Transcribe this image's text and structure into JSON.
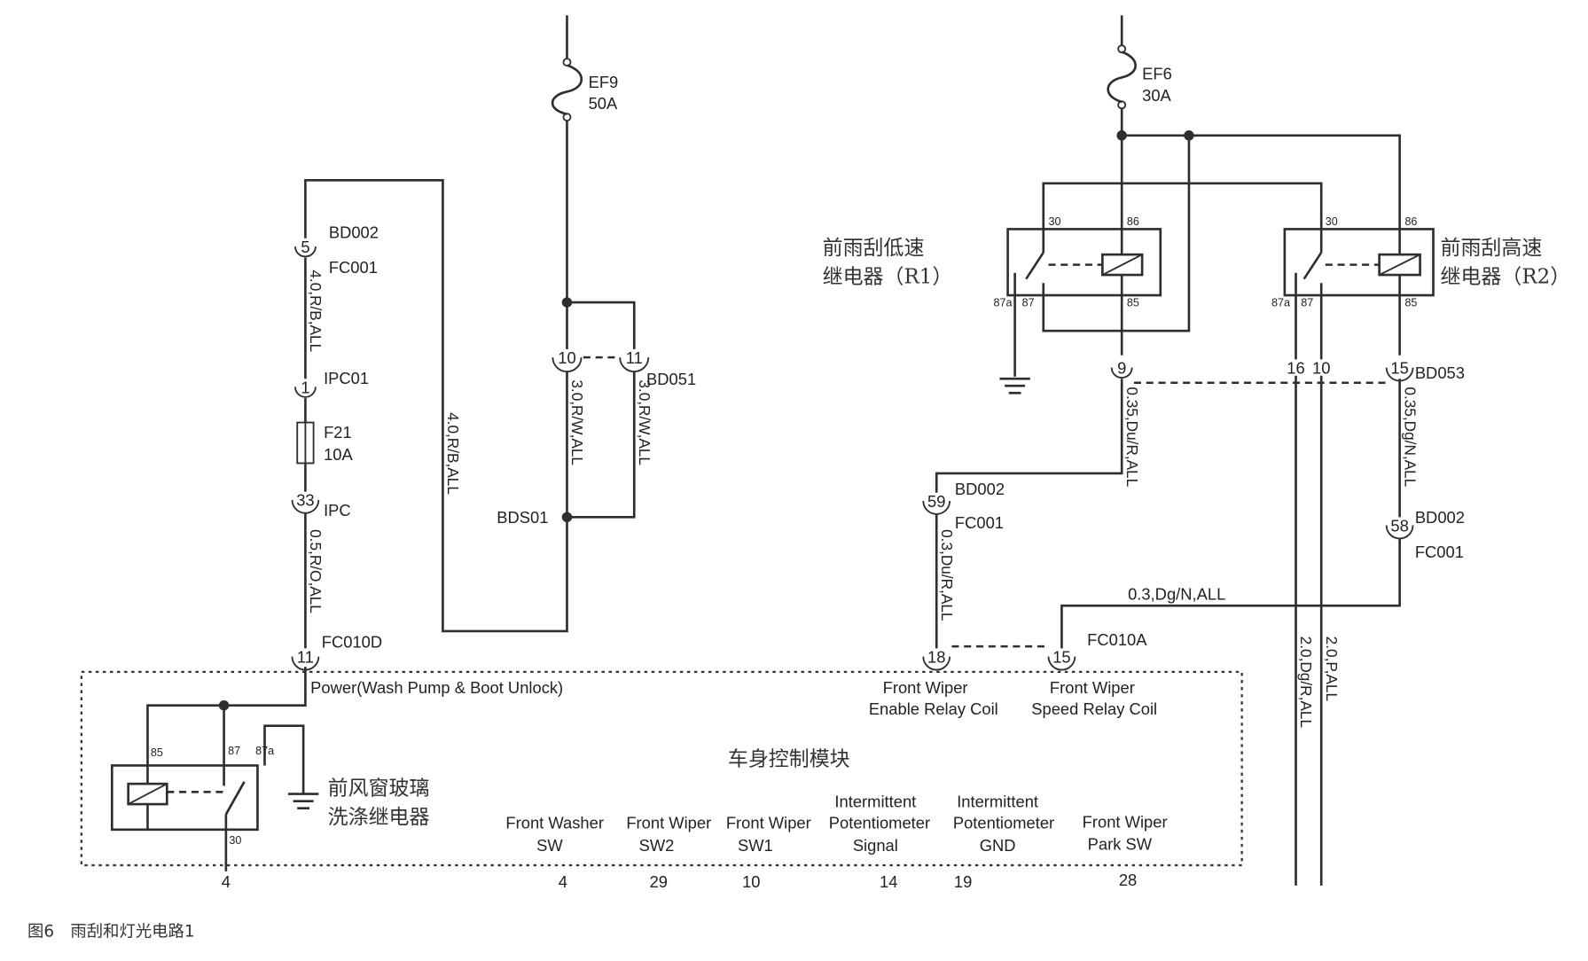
{
  "caption": "图6　雨刮和灯光电路1",
  "ef9": {
    "name": "EF9",
    "rating": "50A"
  },
  "ef6": {
    "name": "EF6",
    "rating": "30A"
  },
  "bd051": {
    "pin_10": "10",
    "pin_11": "11",
    "name": "BD051",
    "wire_left": "3.0,R/W,ALL",
    "wire_right": "3.0,R/W,ALL"
  },
  "bds01": "BDS01",
  "feed_wire": "4.0,R/B,ALL",
  "fc001_top": {
    "pin": "5",
    "name_a": "BD002",
    "name_b": "FC001",
    "wire": "4.0,R/B,ALL"
  },
  "ipc01": {
    "pin": "1",
    "name": "IPC01"
  },
  "f21": {
    "name": "F21",
    "rating": "10A"
  },
  "ipc": {
    "pin": "33",
    "name": "IPC",
    "wire": "0.5,R/O,ALL"
  },
  "fc010d": {
    "pin": "11",
    "name": "FC010D"
  },
  "relay_r1": {
    "label_1": "前雨刮低速",
    "label_2": "继电器（R1）",
    "pin_30": "30",
    "pin_86": "86",
    "pin_87a": "87a",
    "pin_87": "87",
    "pin_85": "85"
  },
  "relay_r2": {
    "label_1": "前雨刮高速",
    "label_2": "继电器（R2）",
    "pin_30": "30",
    "pin_86": "86",
    "pin_87a": "87a",
    "pin_87": "87",
    "pin_85": "85"
  },
  "bd053": {
    "name": "BD053",
    "pin_9": "9",
    "pin_16": "16",
    "pin_10": "10",
    "pin_15": "15"
  },
  "wire_du_r_upper": "0.35,Du/R,ALL",
  "wire_dg_n_upper": "0.35,Dg/N,ALL",
  "fc001_59": {
    "pin": "59",
    "name_a": "BD002",
    "name_b": "FC001"
  },
  "wire_du_r_lower": "0.3,Du/R,ALL",
  "fc001_58": {
    "pin": "58",
    "name_a": "BD002",
    "name_b": "FC001"
  },
  "wire_dg_n_lower": "0.3,Dg/N,ALL",
  "fc010a": {
    "name": "FC010A",
    "pin_18": "18",
    "pin_15": "15"
  },
  "wire_dg_r": "2.0,Dg/R,ALL",
  "wire_p": "2.0,P,ALL",
  "bcm": {
    "title": "车身控制模块",
    "power": "Power(Wash Pump & Boot Unlock)",
    "washer_relay": {
      "label_1": "前风窗玻璃",
      "label_2": "洗涤继电器",
      "pin_85": "85",
      "pin_87": "87",
      "pin_87a": "87a",
      "pin_30": "30",
      "out_pin": "4"
    },
    "enable_coil": {
      "line_1": "Front Wiper",
      "line_2": "Enable Relay Coil"
    },
    "speed_coil": {
      "line_1": "Front Wiper",
      "line_2": "Speed Relay Coil"
    },
    "inputs": [
      {
        "lines": [
          "Front Washer",
          "SW"
        ],
        "pin": "4"
      },
      {
        "lines": [
          "Front Wiper",
          "SW2"
        ],
        "pin": "29"
      },
      {
        "lines": [
          "Front Wiper",
          "SW1"
        ],
        "pin": "10"
      },
      {
        "lines": [
          "Intermittent",
          "Potentiometer",
          "Signal"
        ],
        "pin": "14"
      },
      {
        "lines": [
          "Intermittent",
          "Potentiometer",
          "GND"
        ],
        "pin": "19"
      },
      {
        "lines": [
          "Front Wiper",
          "Park SW"
        ],
        "pin": "28"
      }
    ]
  }
}
